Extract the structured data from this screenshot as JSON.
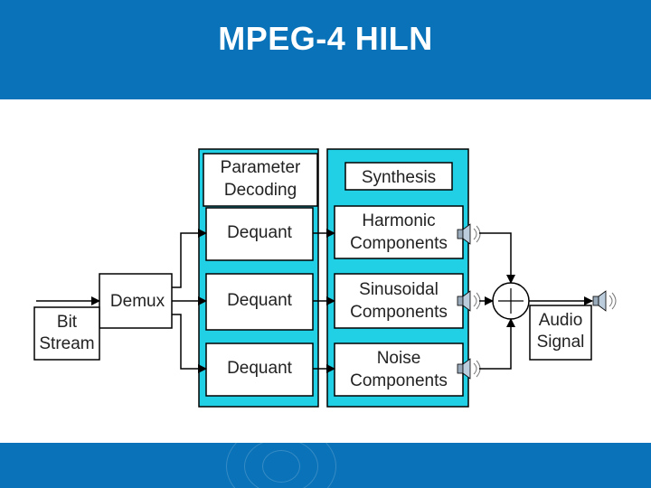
{
  "slide": {
    "title": "MPEG-4 HILN"
  },
  "diagram": {
    "param_decoding": [
      "Parameter",
      "Decoding"
    ],
    "synthesis": "Synthesis",
    "dequant": [
      "Dequant",
      "Dequant",
      "Dequant"
    ],
    "harmonic": [
      "Harmonic",
      "Components"
    ],
    "sinusoidal": [
      "Sinusoidal",
      "Components"
    ],
    "noise": [
      "Noise",
      "Components"
    ],
    "demux": "Demux",
    "bitstream": [
      "Bit",
      "Stream"
    ],
    "audio_signal": [
      "Audio",
      "Signal"
    ],
    "colors": {
      "panel": "#22d0e6",
      "header": "#0a72b8",
      "line": "#000000"
    }
  }
}
